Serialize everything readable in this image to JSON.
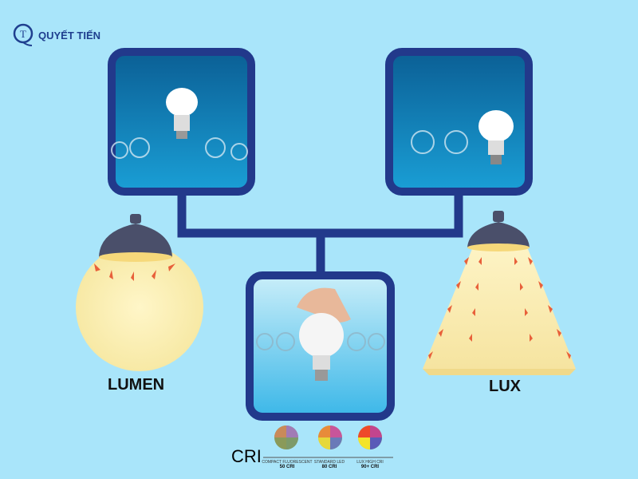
{
  "brand": {
    "name": "QUYẾT TIẾN",
    "logo_letter": "T"
  },
  "labels": {
    "lumen": "LUMEN",
    "lux": "LUX",
    "cri": "CRI"
  },
  "cri_scale": [
    {
      "caption": "COMPACT FLUORESCENT",
      "value": "50 CRI"
    },
    {
      "caption": "STANDARD LED",
      "value": "80 CRI"
    },
    {
      "caption": "LUX HIGH CRI",
      "value": "90+ CRI"
    }
  ],
  "colors": {
    "background": "#a9e5fa",
    "frame": "#22398b",
    "glow": "#fbeeb0",
    "arrow": "#e8603a"
  }
}
